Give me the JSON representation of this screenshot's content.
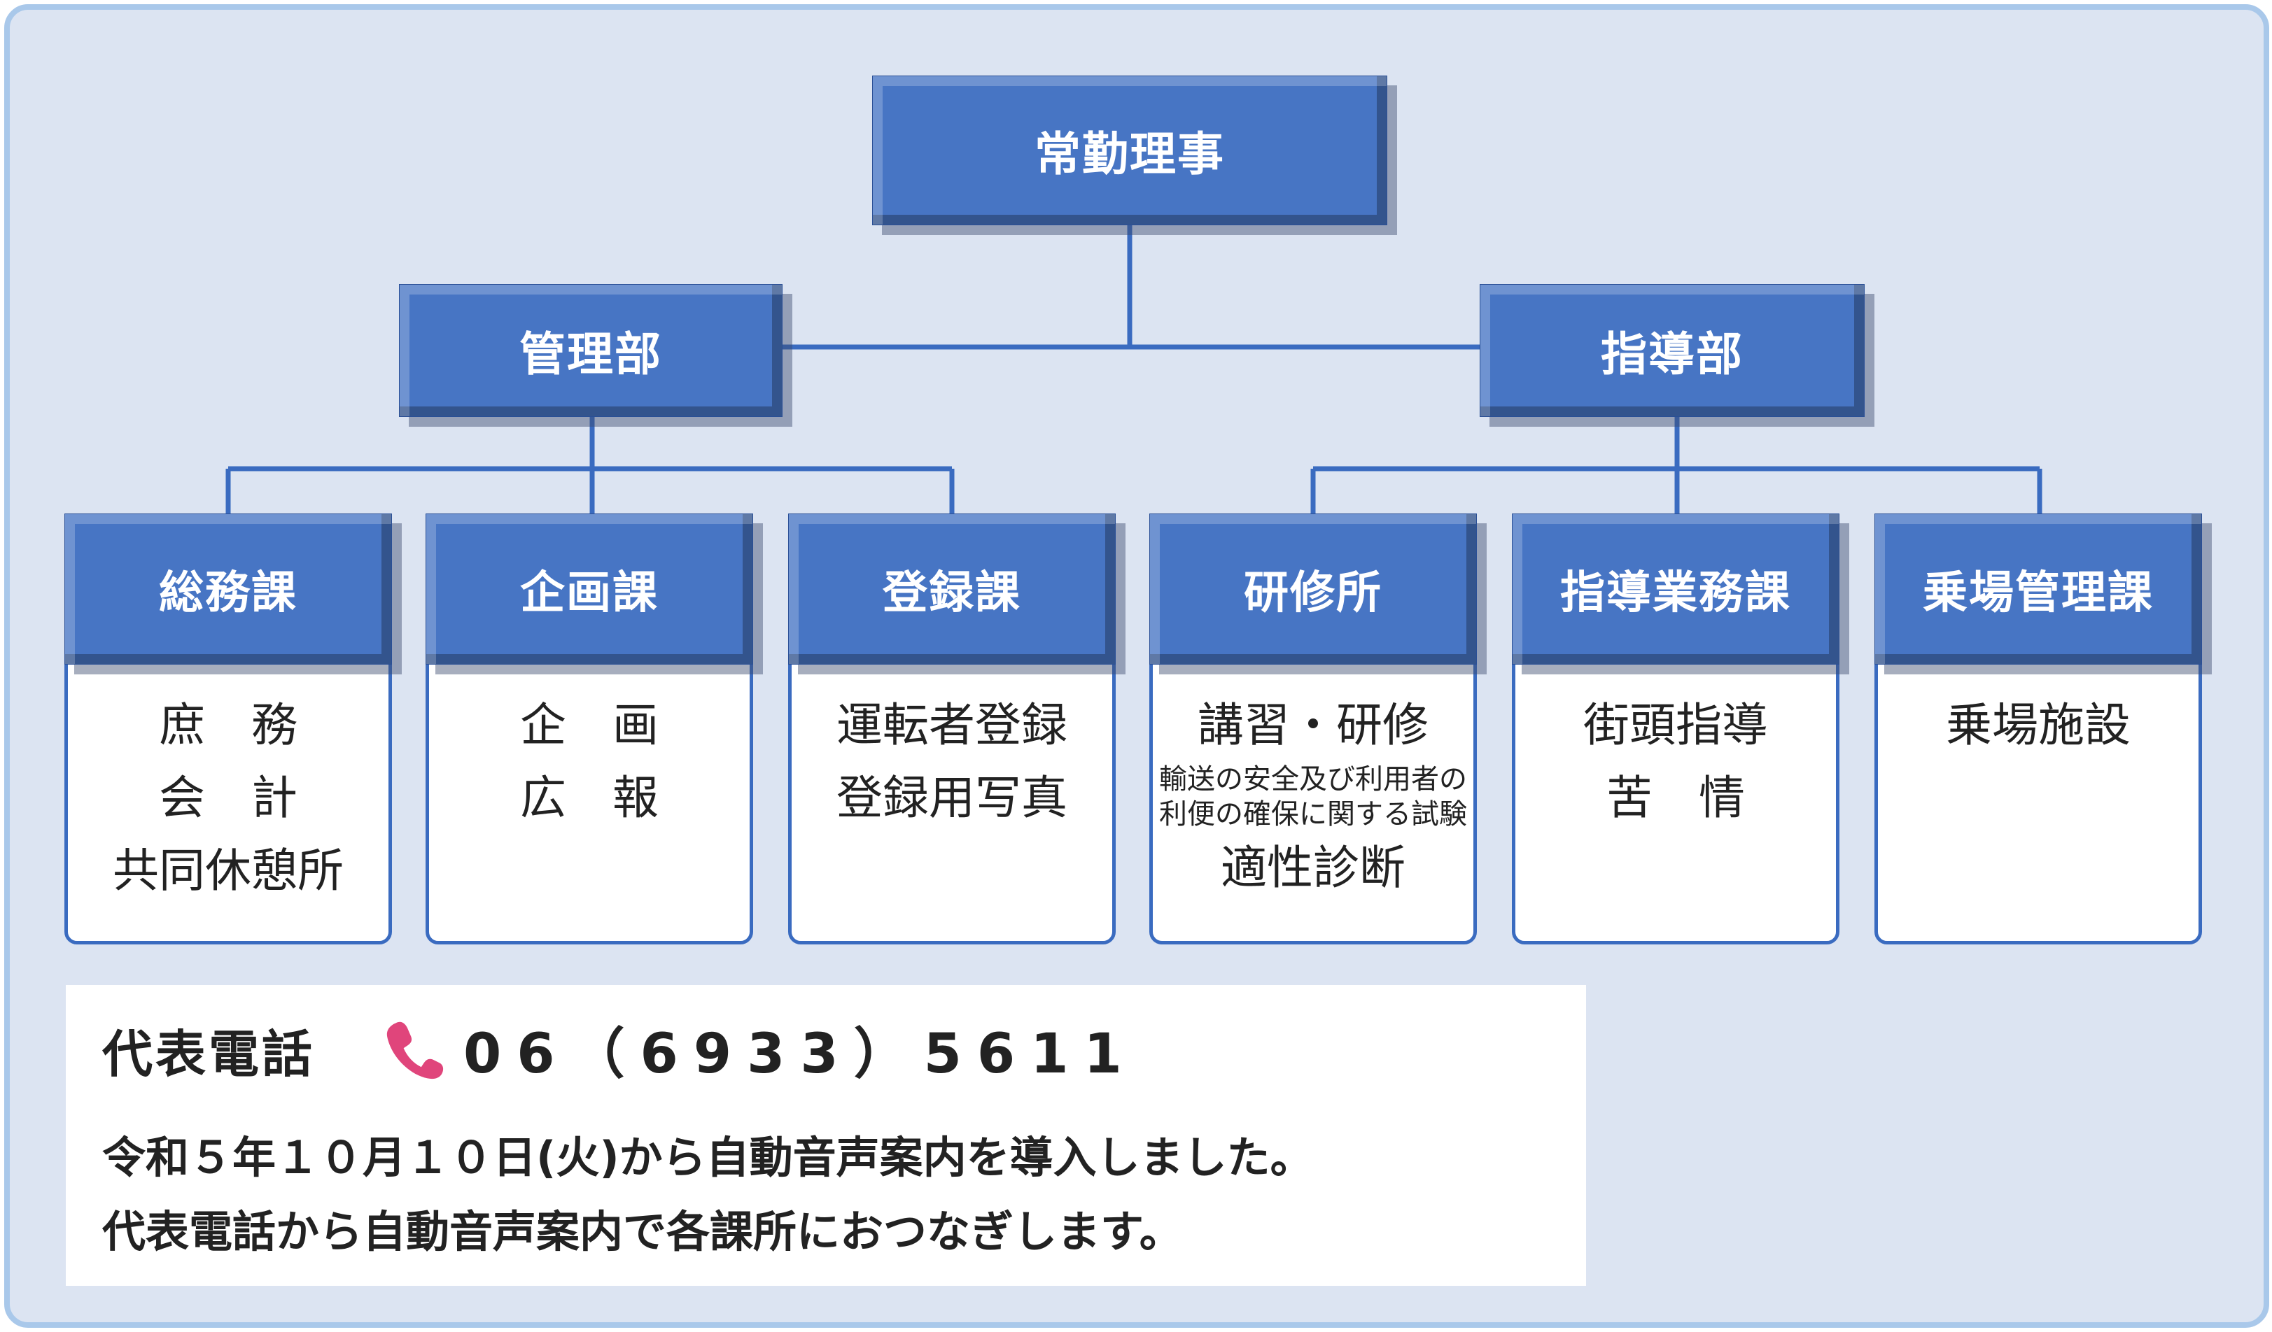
{
  "chart": {
    "top": "常勤理事",
    "departments": [
      "管理部",
      "指導部"
    ],
    "units": [
      {
        "name": "総務課",
        "duties": [
          "庶　務",
          "会　計",
          "共同休憩所"
        ]
      },
      {
        "name": "企画課",
        "duties": [
          "企　画",
          "広　報"
        ]
      },
      {
        "name": "登録課",
        "duties": [
          "運転者登録",
          "登録用写真"
        ]
      },
      {
        "name": "研修所",
        "duties": [
          "講習・研修"
        ],
        "small": [
          "輸送の安全及び利用者の",
          "利便の確保に関する試験"
        ],
        "after": [
          "適性診断"
        ]
      },
      {
        "name": "指導業務課",
        "duties": [
          "街頭指導",
          "苦　情"
        ]
      },
      {
        "name": "乗場管理課",
        "duties": [
          "乗場施設"
        ]
      }
    ]
  },
  "contact": {
    "label": "代表電話",
    "icon": "phone-icon",
    "number": "06（6933）5611",
    "notice_1": "令和５年１０月１０日(火)から自動音声案内を導入しました。",
    "notice_2": "代表電話から自動音声案内で各課所におつなぎします。"
  },
  "colors": {
    "box": "#4775c4",
    "line": "#3a6bc0",
    "background": "#dce4f2",
    "frame": "#a9c8ea",
    "phone_icon": "#e0457b"
  }
}
